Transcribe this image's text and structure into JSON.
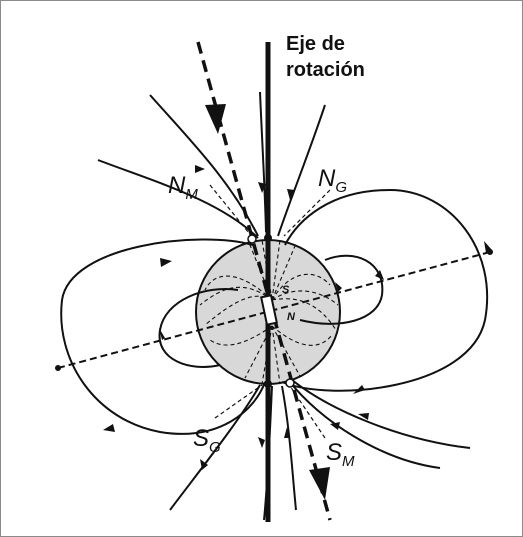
{
  "figure": {
    "axis_label_line1": "Eje de",
    "axis_label_line2": "rotación",
    "pole_magnetic_north": {
      "main": "N",
      "sub": "M"
    },
    "pole_geographic_north": {
      "main": "N",
      "sub": "G"
    },
    "pole_geographic_south": {
      "main": "S",
      "sub": "G"
    },
    "pole_magnetic_south": {
      "main": "S",
      "sub": "M"
    },
    "bar_magnet_top_label": "S",
    "bar_magnet_bottom_label": "N"
  },
  "colors": {
    "earth_fill": "#d8d8d8",
    "line_color": "#111111",
    "frame_border": "#8a8a8a"
  }
}
